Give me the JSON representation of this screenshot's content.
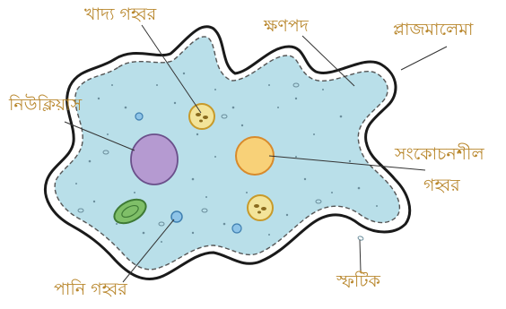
{
  "labels": {
    "food_vacuole": "খাদ্য গহ্বর",
    "pseudopodium": "ক্ষণপদ",
    "plasmalemma": "প্লাজমালেমা",
    "nucleus": "নিউক্লিয়াস",
    "contractile_vacuole_line1": "সংকোচনশীল",
    "contractile_vacuole_line2": "গহ্বর",
    "water_vacuole": "পানি গহ্বর",
    "crystal": "স্ফটিক"
  },
  "colors": {
    "label_text": "#b8862b",
    "cytoplasm": "#b9dfe9",
    "membrane_outer": "#1a1a1a",
    "membrane_dash": "#555555",
    "nucleus_fill": "#b59ad1",
    "nucleus_stroke": "#6a4f8a",
    "contractile_fill": "#f8d178",
    "contractile_stroke": "#d88a2b",
    "food_vacuole_fill": "#f3e49a",
    "food_vacuole_stroke": "#c89a2a",
    "water_vacuole_fill": "#8ec4e8",
    "water_vacuole_stroke": "#3f7fb0",
    "green_body_fill": "#7fbf68",
    "green_body_stroke": "#3e7a35",
    "leader_line": "#333333"
  }
}
